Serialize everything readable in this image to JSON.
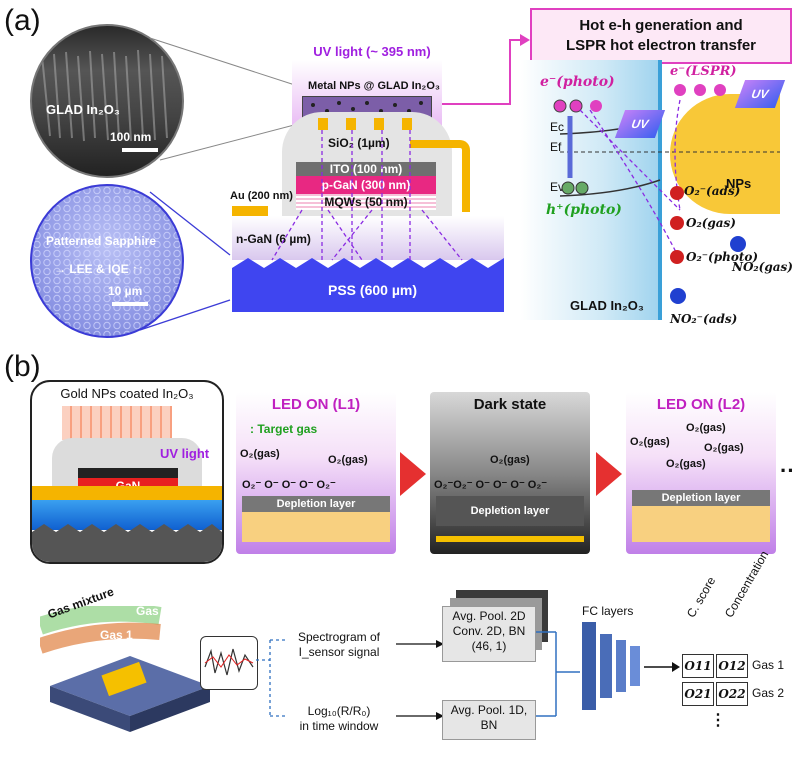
{
  "panel_a": {
    "label": "(a)",
    "sem": {
      "material": "GLAD In₂O₃",
      "scale": "100 nm"
    },
    "sapphire": {
      "title": "Patterned Sapphire",
      "note": "→ LEE & IQE ↑↑",
      "scale": "10 µm"
    },
    "device": {
      "uv_light": "UV light (~ 395 nm)",
      "top": "Metal NPs @ GLAD In₂O₃",
      "sio2": "SiO₂ (1µm)",
      "ito": "ITO (100 nm)",
      "pgan": "p-GaN (300 nm)",
      "mqw": "MQWs (50 nm)",
      "au": "Au (200 nm)",
      "ngan": "n-GaN (6 µm)",
      "pss": "PSS (600 µm)"
    },
    "callout": {
      "line1": "Hot e-h generation and",
      "line2": "LSPR  hot electron transfer"
    },
    "band": {
      "e_photo": "e⁻(photo)",
      "e_lspr": "e⁻(LSPR)",
      "ec": "Ec",
      "ef": "Ef",
      "ev": "Ev",
      "h_photo": "h⁺(photo)",
      "nps": "NPs",
      "uv1": "UV",
      "uv2": "UV",
      "o2_ads": "O₂⁻(ads)",
      "o2_gas": "O₂(gas)",
      "o2_photo": "O₂⁻(photo)",
      "no2_gas": "NO₂(gas)",
      "no2_ads": "NO₂⁻(ads)",
      "glad": "GLAD In₂O₃"
    }
  },
  "panel_b": {
    "label": "(b)",
    "device_title": "Gold NPs coated In₂O₃",
    "uv_light": "UV light",
    "gan": "GaN",
    "states": [
      {
        "title": "LED ON (L1)",
        "target": ": Target gas",
        "o2a": "O₂(gas)",
        "o2b": "O₂(gas)",
        "ions": "O₂⁻ O⁻ O⁻  O⁻ O₂⁻",
        "depletion": "Depletion layer"
      },
      {
        "title": "Dark state",
        "o2a": "O₂(gas)",
        "ions": "O₂⁻O₂⁻ O⁻  O⁻  O⁻ O₂⁻",
        "depletion": "Depletion layer"
      },
      {
        "title": "LED ON (L2)",
        "o2a": "O₂(gas)",
        "o2b": "O₂(gas)",
        "o2c": "O₂(gas)",
        "o2d": "O₂(gas)",
        "depletion": "Depletion layer"
      }
    ],
    "ellipsis": "··",
    "gas_mixture": "Gas mixture",
    "gas1": "Gas 1",
    "gas2": "Gas 2",
    "spectro_line1": "Spectrogram of",
    "spectro_line2": "I_sensor signal",
    "log_line1": "Log₁₀(R/R₀)",
    "log_line2": "in time window",
    "conv": {
      "l1": "Avg. Pool. 2D",
      "l2": "Conv. 2D, BN",
      "l3": "(46, 1)"
    },
    "pool1d": {
      "l1": "Avg. Pool. 1D,",
      "l2": "BN"
    },
    "fc": "FC layers",
    "col1": "C. score",
    "col2": "Concentration",
    "o11": "O11",
    "o12": "O12",
    "o21": "O21",
    "o22": "O22",
    "row1": "Gas 1",
    "row2": "Gas 2",
    "dots": "⋮"
  }
}
